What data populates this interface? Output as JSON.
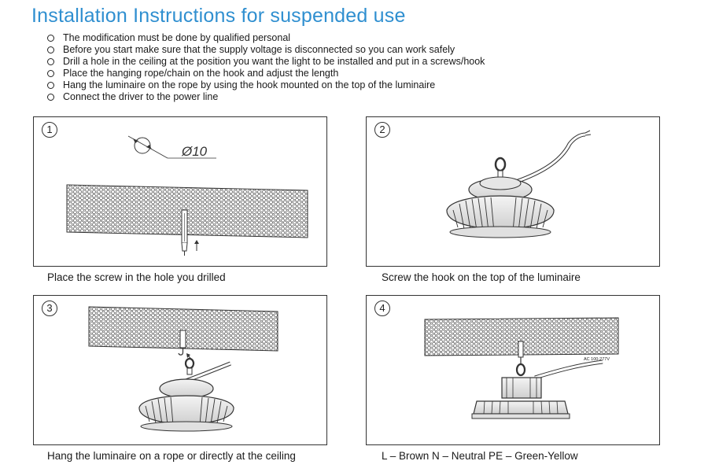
{
  "title": "Installation Instructions for suspended use",
  "instructions": [
    "The modification must be done by qualified personal",
    "Before you start make sure that the supply voltage is disconnected so you can work safely",
    "Drill a hole in the ceiling at the position you want the light to be installed and put in a screws/hook",
    "Place the hanging rope/chain on the hook and adjust the length",
    "Hang the luminaire on the rope by using the hook mounted on the top of the luminaire",
    "Connect the driver to the power line"
  ],
  "panels": [
    {
      "number": "1",
      "caption": "Place the screw in the hole you drilled",
      "dimension": "Ø10"
    },
    {
      "number": "2",
      "caption": "Screw the hook on the top of the luminaire"
    },
    {
      "number": "3",
      "caption": "Hang the luminaire on a rope or directly at the ceiling"
    },
    {
      "number": "4",
      "caption": "L – Brown N – Neutral PE – Green-Yellow",
      "voltage_label": "AC 100-277V"
    }
  ],
  "colors": {
    "title": "#2f8fd0",
    "line": "#333333"
  }
}
